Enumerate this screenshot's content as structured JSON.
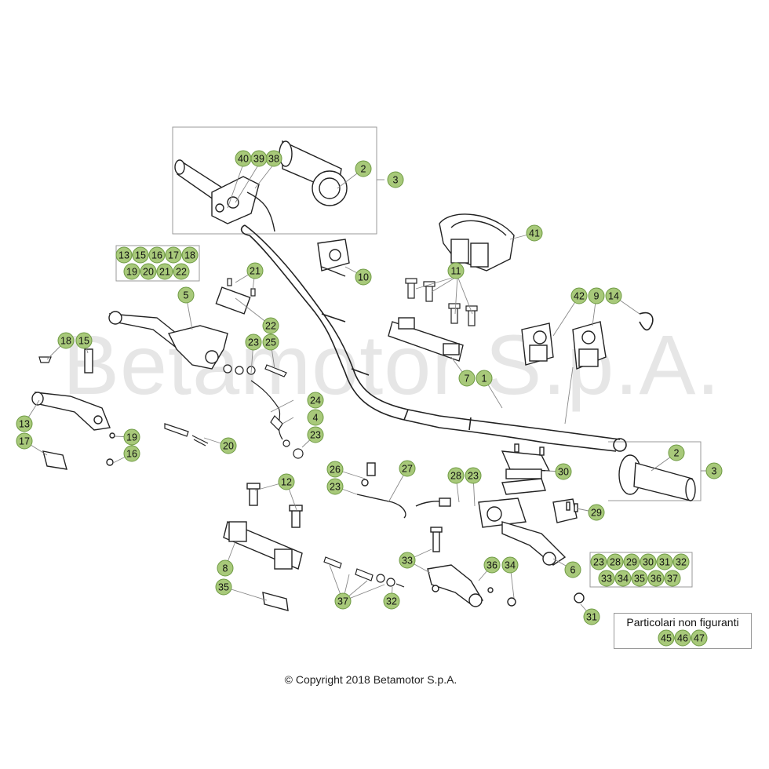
{
  "watermark": "Betamotor S.p.A.",
  "copyright": "© Copyright 2018 Betamotor S.p.A.",
  "legend": {
    "title": "Particolari non figuranti",
    "numbers": [
      "45",
      "46",
      "47"
    ]
  },
  "colors": {
    "callout_fill": "#a8c97a",
    "callout_stroke": "#6e9a43",
    "line": "#222222",
    "leader": "#888888",
    "group_box": "#999999"
  },
  "callouts": {
    "c1": "1",
    "c2a": "2",
    "c2b": "2",
    "c3a": "3",
    "c3b": "3",
    "c4": "4",
    "c5": "5",
    "c6": "6",
    "c7": "7",
    "c8": "8",
    "c9": "9",
    "c10": "10",
    "c11": "11",
    "c12": "12",
    "c13": "13",
    "c14": "14",
    "c15": "15",
    "c16": "16",
    "c17": "17",
    "c18": "18",
    "c19": "19",
    "c20": "20",
    "c21": "21",
    "c22": "22",
    "c23a": "23",
    "c23b": "23",
    "c23c": "23",
    "c23d": "23",
    "c24": "24",
    "c25": "25",
    "c26": "26",
    "c27": "27",
    "c28": "28",
    "c29": "29",
    "c30": "30",
    "c31": "31",
    "c32": "32",
    "c33": "33",
    "c34": "34",
    "c35": "35",
    "c36": "36",
    "c37": "37",
    "c38": "38",
    "c39": "39",
    "c40": "40",
    "c41": "41",
    "c42": "42"
  },
  "groups": {
    "lever_left": [
      "13",
      "15",
      "16",
      "17",
      "18",
      "19",
      "20",
      "21",
      "22"
    ],
    "pump_right": [
      "23",
      "28",
      "29",
      "30",
      "31",
      "32",
      "33",
      "34",
      "35",
      "36",
      "37"
    ]
  }
}
